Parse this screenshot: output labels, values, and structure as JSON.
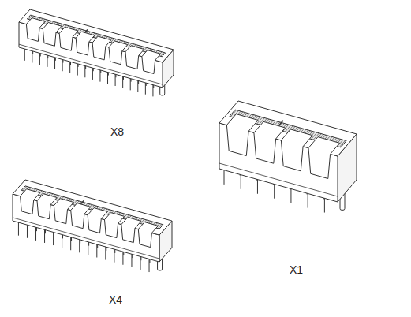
{
  "diagram": {
    "labels": [
      "X8",
      "X4",
      "X1"
    ]
  }
}
